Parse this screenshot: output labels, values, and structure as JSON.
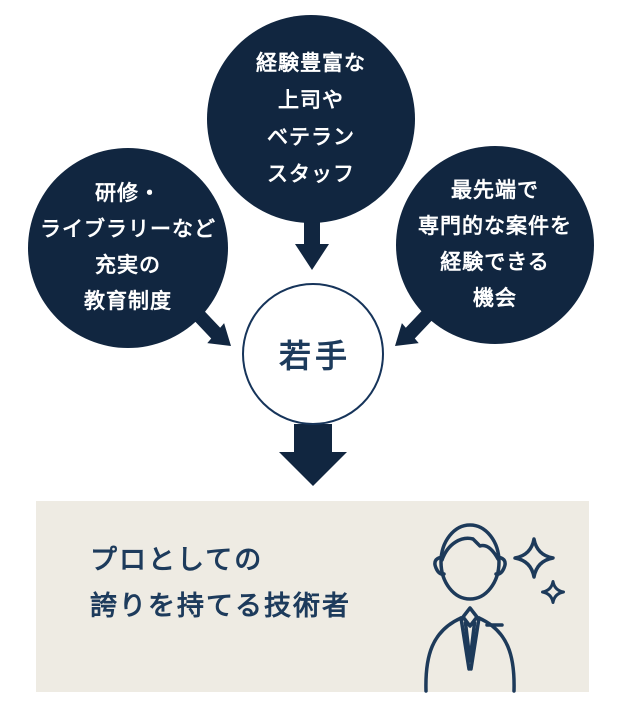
{
  "colors": {
    "navy": "#112640",
    "circle_border": "#16345a",
    "text_navy": "#1d3b5c",
    "box_bg": "#eeebe3",
    "circle_text": "#ffffff"
  },
  "diagram": {
    "top_circle": {
      "lines": [
        "経験豊富な",
        "上司や",
        "ベテラン",
        "スタッフ"
      ]
    },
    "left_circle": {
      "lines": [
        "研修・",
        "ライブラリーなど",
        "充実の",
        "教育制度"
      ]
    },
    "right_circle": {
      "lines": [
        "最先端で",
        "専門的な案件を",
        "経験できる",
        "機会"
      ]
    },
    "center_circle": {
      "label": "若手"
    },
    "result_box": {
      "lines": [
        "プロとしての",
        "誇りを持てる技術者"
      ],
      "icon": "businessman-with-sparkles-icon"
    }
  }
}
